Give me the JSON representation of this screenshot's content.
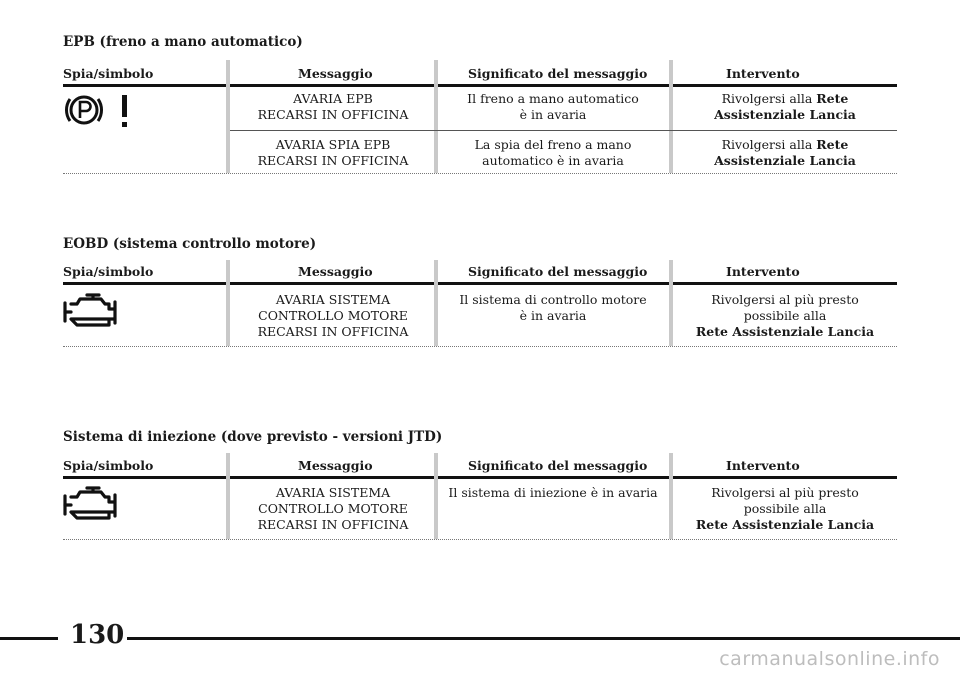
{
  "sections": [
    {
      "title": "EPB (freno a mano automatico)",
      "headers": {
        "col1": "Spia/simbolo",
        "col2": "Messaggio",
        "col3": "Significato del messaggio",
        "col4": "Intervento"
      },
      "rows": [
        {
          "messaggio": [
            "AVARIA EPB",
            "RECARSI IN OFFICINA"
          ],
          "significato": [
            "Il freno a mano automatico",
            "è in avaria"
          ],
          "intervento": [
            "Rivolgersi alla ",
            "Rete",
            "Assistenziale Lancia"
          ]
        },
        {
          "messaggio": [
            "AVARIA SPIA EPB",
            "RECARSI IN OFFICINA"
          ],
          "significato": [
            "La spia del freno a mano",
            "automatico è in avaria"
          ],
          "intervento": [
            "Rivolgersi alla ",
            "Rete",
            "Assistenziale Lancia"
          ]
        }
      ],
      "icon": "parking-brake-warning-icon"
    },
    {
      "title": "EOBD (sistema controllo motore)",
      "headers": {
        "col1": "Spia/simbolo",
        "col2": "Messaggio",
        "col3": "Significato del messaggio",
        "col4": "Intervento"
      },
      "rows": [
        {
          "messaggio": [
            "AVARIA SISTEMA",
            "CONTROLLO MOTORE",
            "RECARSI IN OFFICINA"
          ],
          "significato": [
            "Il sistema di controllo motore",
            "è in avaria"
          ],
          "intervento": [
            "Rivolgersi al più presto",
            "possibile alla",
            "Rete Assistenziale Lancia"
          ]
        }
      ],
      "icon": "engine-check-icon"
    },
    {
      "title": "Sistema di iniezione (dove previsto - versioni JTD)",
      "headers": {
        "col1": "Spia/simbolo",
        "col2": "Messaggio",
        "col3": "Significato del messaggio",
        "col4": "Intervento"
      },
      "rows": [
        {
          "messaggio": [
            "AVARIA SISTEMA",
            "CONTROLLO MOTORE",
            "RECARSI IN OFFICINA"
          ],
          "significato": [
            "Il sistema di iniezione è in avaria"
          ],
          "intervento": [
            "Rivolgersi al più presto",
            "possibile alla",
            "Rete Assistenziale Lancia"
          ]
        }
      ],
      "icon": "engine-check-icon"
    }
  ],
  "page_number": "130",
  "watermark": "carmanualsonline.info"
}
